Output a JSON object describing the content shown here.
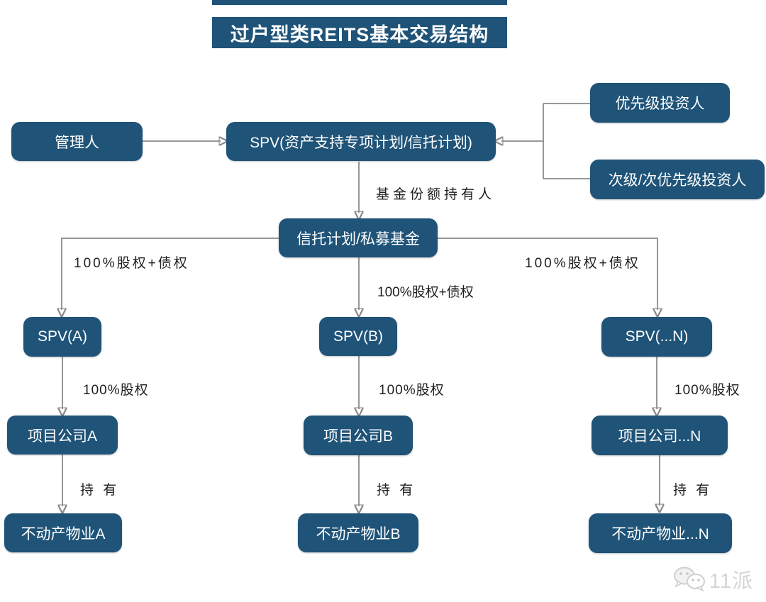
{
  "title": "过户型类REITS基本交易结构",
  "nodes": {
    "manager": "管理人",
    "spv_plan": "SPV(资产支持专项计划/信托计划)",
    "senior_investor": "优先级投资人",
    "subordinate_investor": "次级/次优先级投资人",
    "trust_fund": "信托计划/私募基金",
    "spv_a": "SPV(A)",
    "spv_b": "SPV(B)",
    "spv_n": "SPV(...N)",
    "project_company_a": "项目公司A",
    "project_company_b": "项目公司B",
    "project_company_n": "项目公司...N",
    "property_a": "不动产物业A",
    "property_b": "不动产物业B",
    "property_n": "不动产物业...N"
  },
  "edge_labels": {
    "fund_share_holder": "基金份额持有人",
    "equity_plus_debt_left": "100%股权+债权",
    "equity_plus_debt_middle": "100%股权+债权",
    "equity_plus_debt_right": "100%股权+债权",
    "equity_a": "100%股权",
    "equity_b": "100%股权",
    "equity_n": "100%股权",
    "hold_a": "持 有",
    "hold_b": "持 有",
    "hold_n": "持 有"
  },
  "colors": {
    "node_fill": "#1F5378",
    "node_text": "#FFFFFF",
    "connector_line": "#8A8A8A",
    "arrowhead": "#4D4D4D",
    "label_text": "#1F1F1F",
    "watermark": "#D4D4D4"
  },
  "watermark": {
    "icon": "wechat-icon",
    "text": "11派"
  }
}
